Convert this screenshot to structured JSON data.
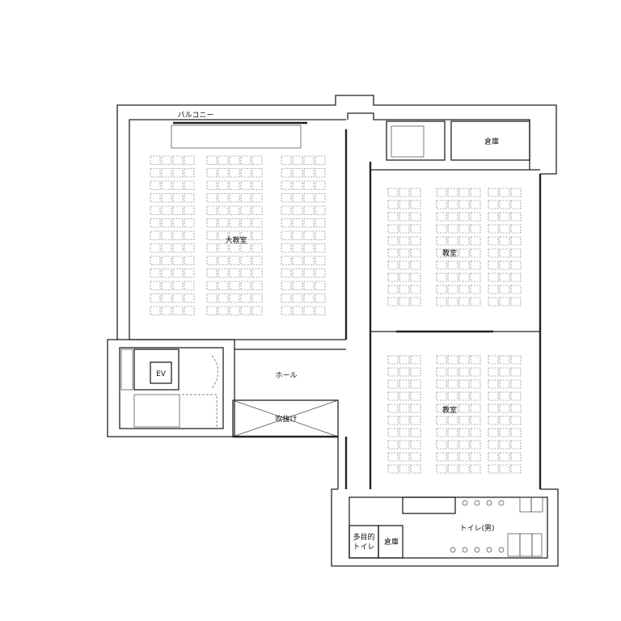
{
  "plan": {
    "balcony": "バルコニー",
    "storage_top": "倉庫",
    "large_classroom": "大教室",
    "classroom_1": "教室",
    "classroom_2": "教室",
    "hall": "ホール",
    "elevator": "EV",
    "atrium": "吹抜け",
    "multipurpose_toilet_line1": "多目的",
    "multipurpose_toilet_line2": "トイレ",
    "storage_bottom": "倉庫",
    "mens_toilet": "トイレ(男)"
  }
}
